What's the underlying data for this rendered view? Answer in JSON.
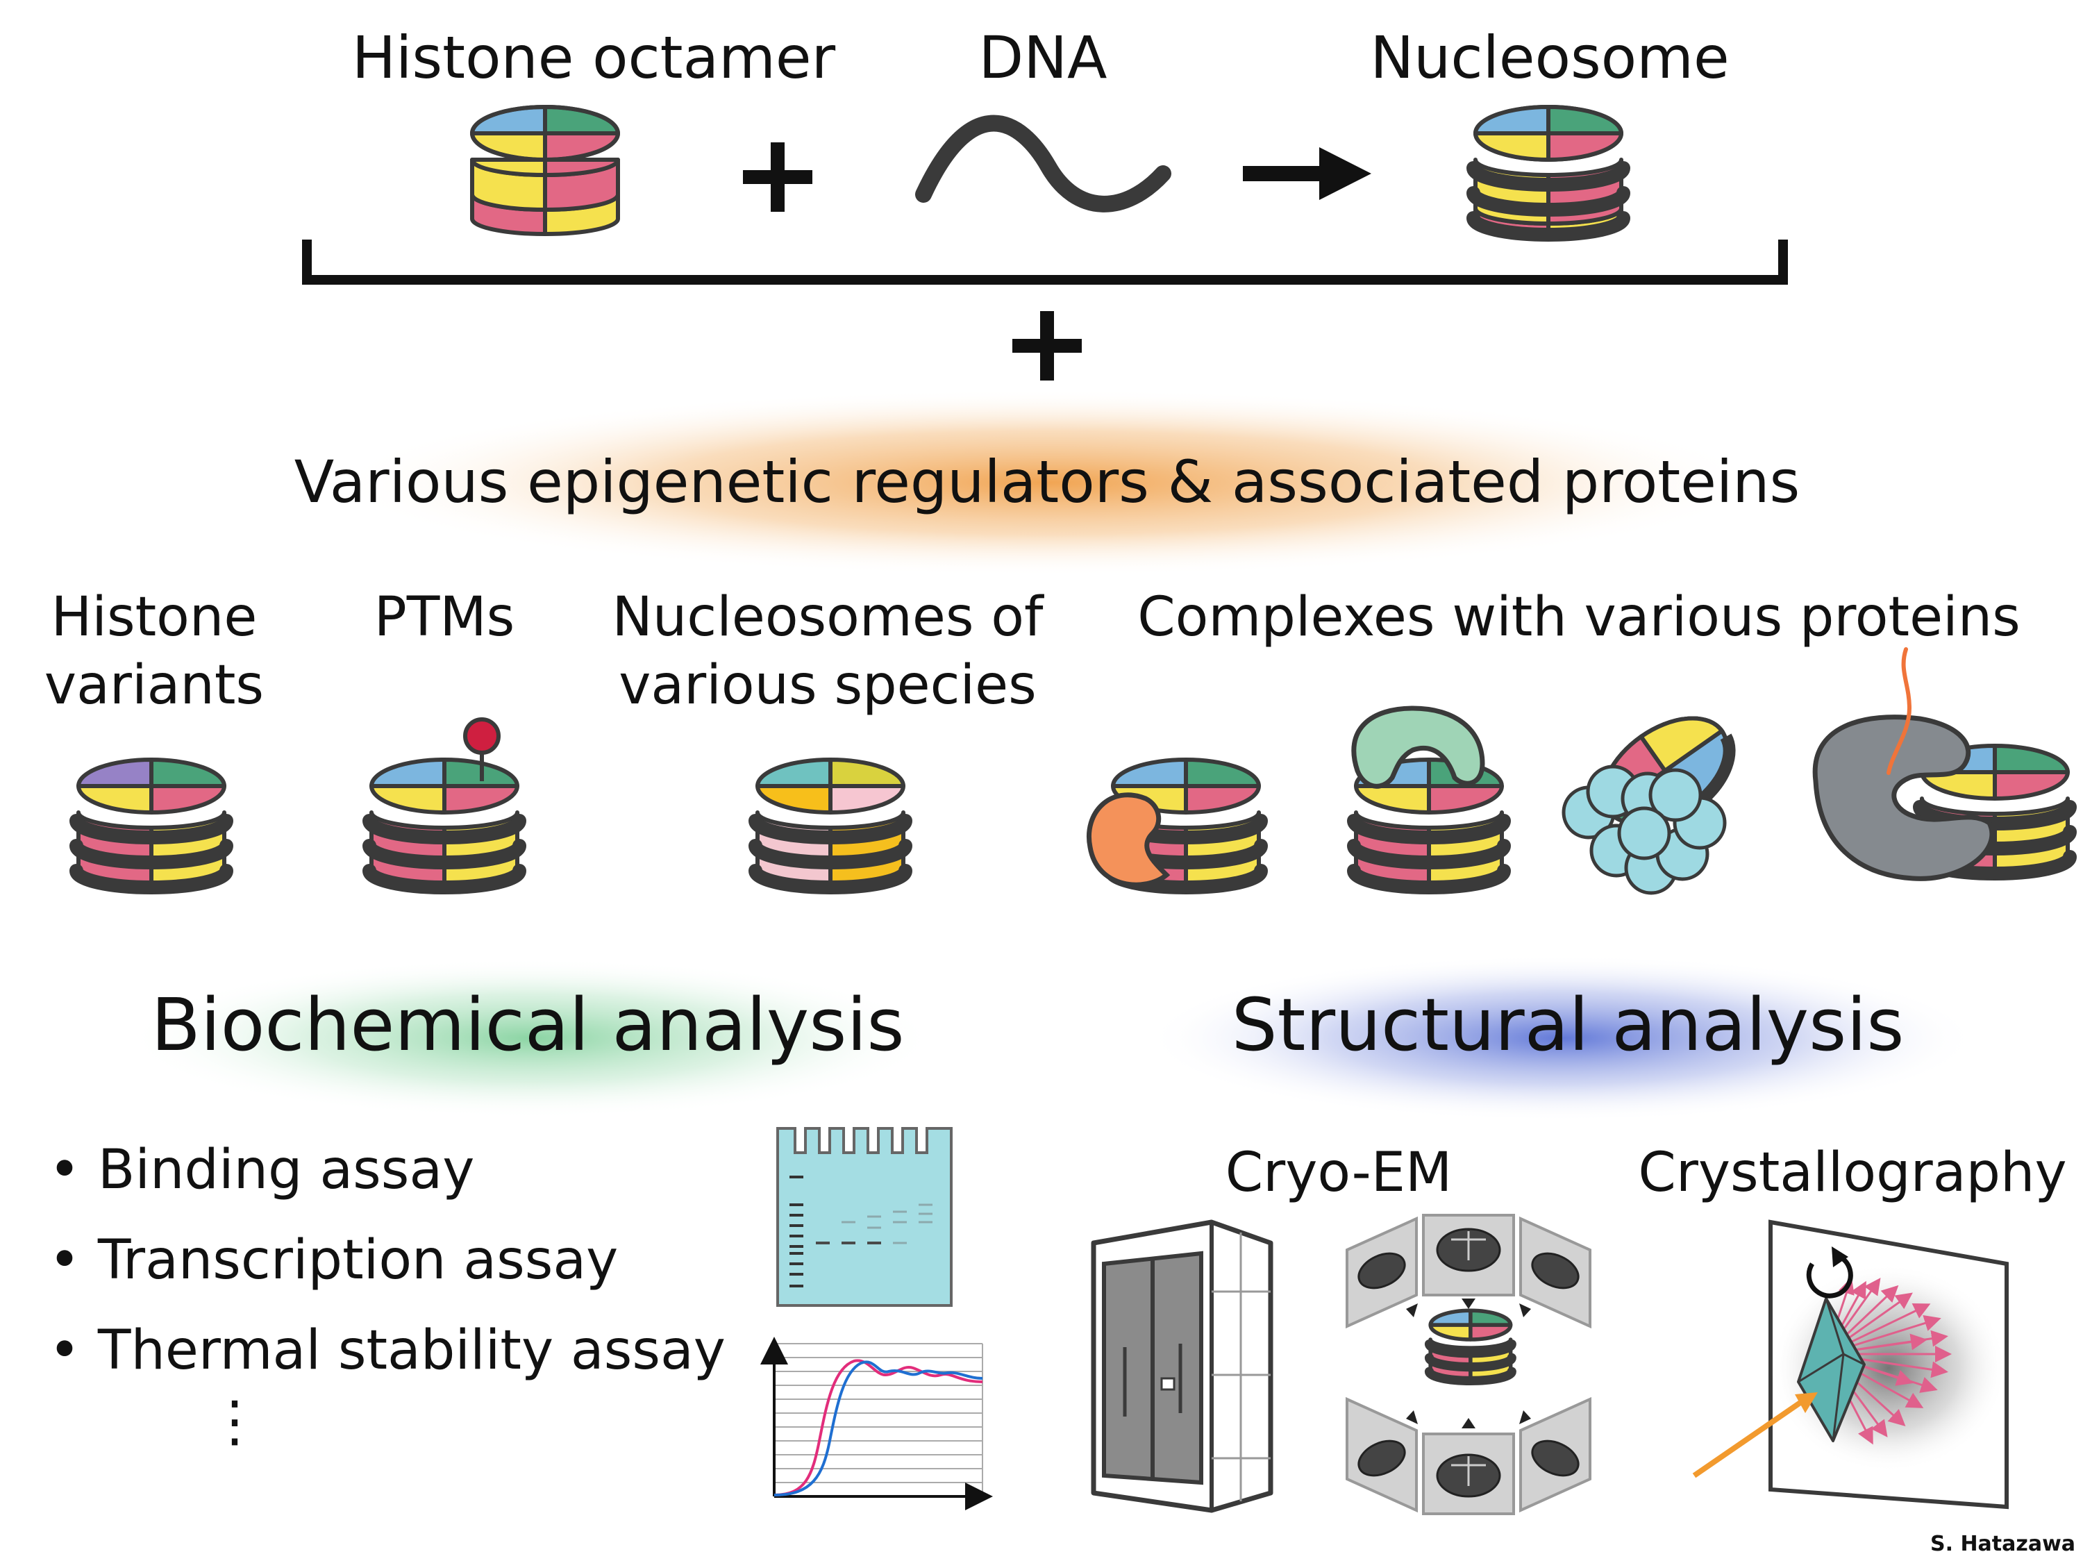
{
  "top": {
    "histone_octamer": "Histone octamer",
    "dna": "DNA",
    "nucleosome": "Nucleosome"
  },
  "regulators": {
    "title": "Various epigenetic regulators & associated proteins",
    "histone_variants": "Histone\nvariants",
    "ptms": "PTMs",
    "species": "Nucleosomes of\nvarious species",
    "complexes": "Complexes with various proteins"
  },
  "biochemical": {
    "title": "Biochemical analysis",
    "items": [
      "Binding assay",
      "Transcription assay",
      "Thermal stability assay"
    ],
    "ellipsis": "⋮"
  },
  "structural": {
    "title": "Structural analysis",
    "cryo_em": "Cryo-EM",
    "crystallography": "Crystallography"
  },
  "credit": "S. Hatazawa",
  "colors": {
    "blue": "#7cb6df",
    "green": "#4aa37a",
    "yellow": "#f5e14e",
    "pink": "#e26885",
    "purple": "#9682c6",
    "orange_glow": "#f0a84f",
    "green_glow": "#8fd4a6",
    "blue_glow": "#6c80d8",
    "outline": "#3a3a3a"
  }
}
